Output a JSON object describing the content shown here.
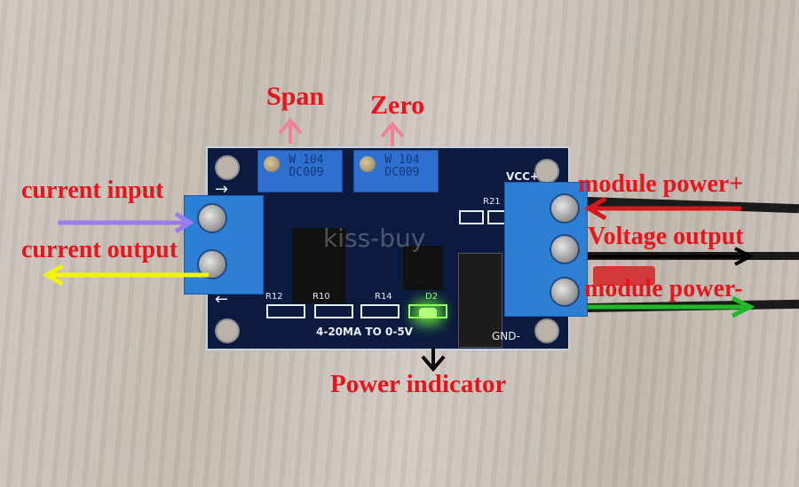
{
  "annotations": {
    "span": "Span",
    "zero": "Zero",
    "current_input": "current input",
    "current_output": "current output",
    "module_power_plus": "module power+",
    "voltage_output": "Voltage output",
    "module_power_minus": "module power-",
    "power_indicator": "Power indicator"
  },
  "pcb": {
    "pot_line1": "W 104",
    "pot_line2": "DC009",
    "vcc": "VCC+",
    "gnd": "GND-",
    "r21": "R21",
    "r12": "R12",
    "r10": "R10",
    "r14": "R14",
    "d2": "D2",
    "model": "4-20MA TO 0-5V",
    "watermark": "kiss-buy",
    "arrow_in": "→",
    "arrow_out": "←"
  },
  "colors": {
    "label": "#e8141b",
    "input_arrow": "#9b7cf0",
    "output_arrow": "#f2f20a",
    "power_plus_arrow": "#d8161c",
    "voltage_arrow": "#000000",
    "power_minus_arrow": "#22b82a",
    "up_arrows": "#f07f9a"
  }
}
